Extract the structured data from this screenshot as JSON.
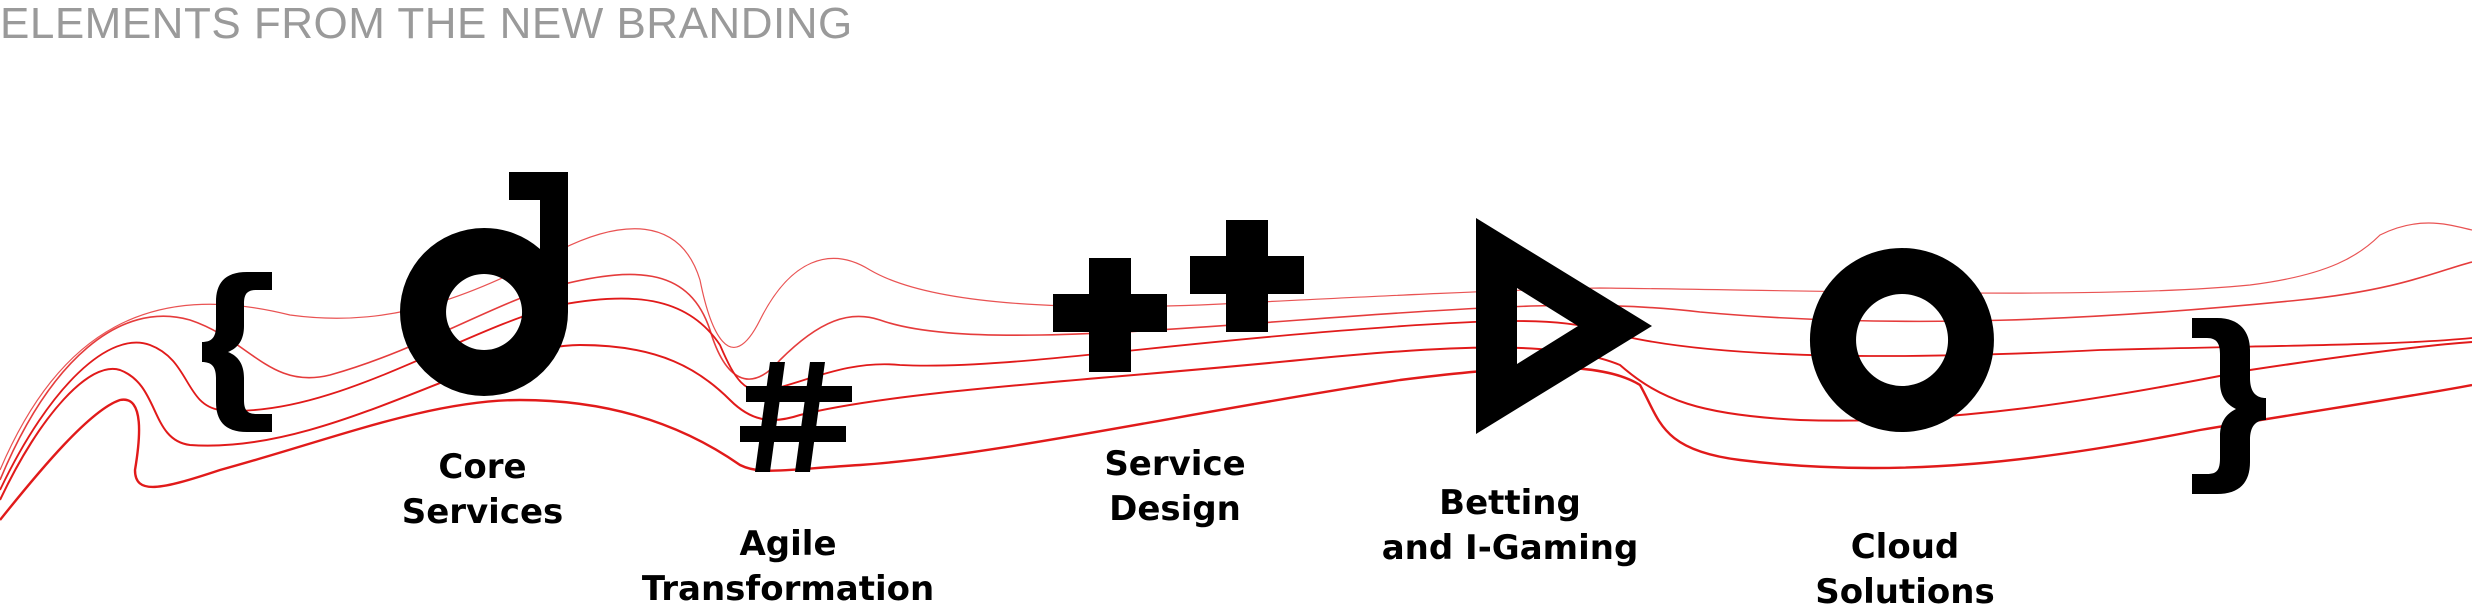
{
  "title": "ELEMENTS FROM THE NEW BRANDING",
  "colors": {
    "wave": "#e11a1a",
    "mark": "#000000",
    "title": "#9a9a9a"
  },
  "symbols": [
    {
      "icon": "open-brace-icon"
    },
    {
      "icon": "d-letter-icon"
    },
    {
      "icon": "hash-icon"
    },
    {
      "icon": "double-plus-icon"
    },
    {
      "icon": "play-triangle-icon"
    },
    {
      "icon": "ring-icon"
    },
    {
      "icon": "close-brace-icon"
    }
  ],
  "labels": [
    {
      "line1": "Core",
      "line2": "Services"
    },
    {
      "line1": "Agile",
      "line2": "Transformation"
    },
    {
      "line1": "Service",
      "line2": "Design"
    },
    {
      "line1": "Betting",
      "line2": "and I-Gaming"
    },
    {
      "line1": "Cloud",
      "line2": "Solutions"
    }
  ]
}
